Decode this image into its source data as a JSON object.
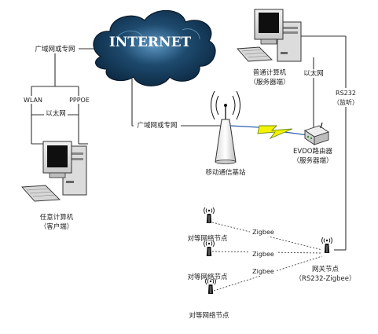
{
  "cloud": {
    "title": "INTERNET"
  },
  "labels": {
    "wan_left": "广域网或专网",
    "wan_mid": "广域网或专网",
    "wlan": "WLAN",
    "pppoe": "PPPOE",
    "ethernet_left": "以太网",
    "client_pc_line1": "任意计算机",
    "client_pc_line2": "（客户端）",
    "server_pc_line1": "普通计算机",
    "server_pc_line2": "（服务器端）",
    "ethernet_right": "以太网",
    "rs232_line1": "RS232",
    "rs232_line2": "（监听）",
    "router_line1": "EVDO路由器",
    "router_line2": "（服务器端）",
    "base_station": "移动通信基站",
    "peer1": "对等网络节点",
    "peer2": "对等网络节点",
    "peer3": "对等网络节点",
    "zigbee1": "Zigbee",
    "zigbee2": "Zigbee",
    "zigbee3": "Zigbee",
    "gateway_line1": "网关节点",
    "gateway_line2": "（RS232-Zigbee）"
  },
  "icons": {
    "cloud": "internet-cloud-icon",
    "client_computer": "desktop-computer-icon",
    "server_computer": "desktop-computer-icon",
    "base_station": "cell-tower-icon",
    "router": "router-icon",
    "antenna_node": "antenna-node-icon",
    "wireless_link": "lightning-bolt-icon"
  },
  "colors": {
    "cloud_dark": "#0b2740",
    "cloud_mid": "#1e4a6e",
    "cloud_light": "#4c86b0",
    "line": "#333333",
    "bolt_fill": "#f3f300",
    "bolt_stroke": "#6e8a1a",
    "link_blue": "#2e5fa8"
  }
}
